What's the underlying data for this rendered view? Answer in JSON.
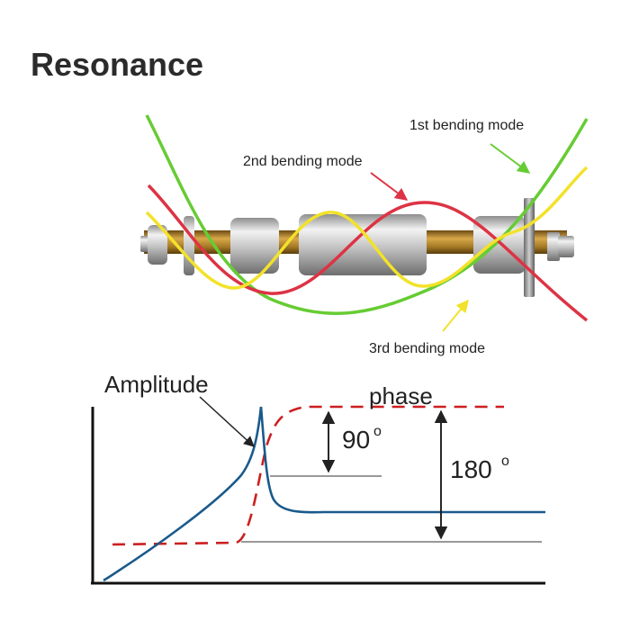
{
  "title": "Resonance",
  "modes": {
    "first": "1st bending mode",
    "second": "2nd bending mode",
    "third": "3rd bending mode"
  },
  "graph": {
    "amplitude_label": "Amplitude",
    "phase_label": "phase",
    "deg90_label": "90",
    "deg180_label": "180",
    "degree_symbol": "o"
  },
  "colors": {
    "first_mode": "#66cc33",
    "second_mode": "#dd3344",
    "third_mode": "#f2e22a",
    "amplitude_curve": "#1a5a8c",
    "phase_curve": "#cc1f1f",
    "shaft": "#b8862a",
    "metal": "#c4c4c4"
  }
}
